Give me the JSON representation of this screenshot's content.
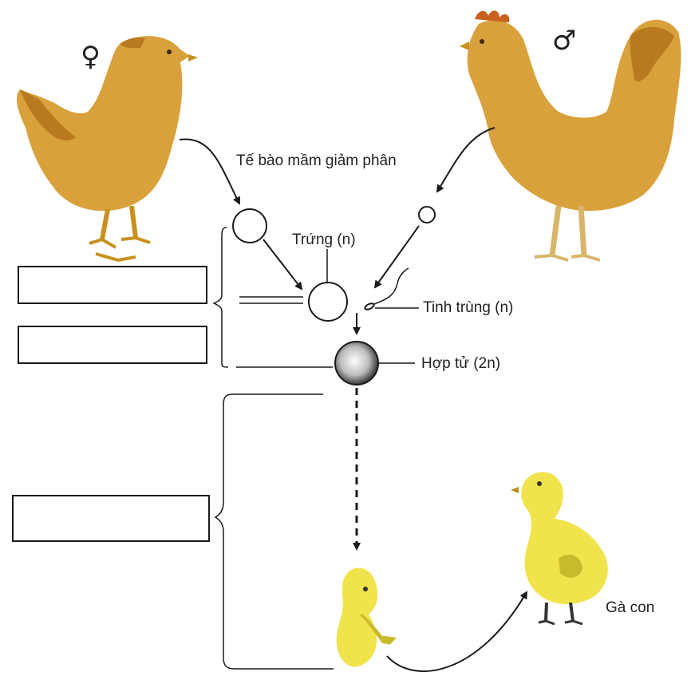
{
  "symbols": {
    "female": "♀",
    "male": "♂"
  },
  "labels": {
    "meiosis": "Tế bào mầm giảm phân",
    "egg": "Trứng (n)",
    "sperm": "Tinh trùng (n)",
    "zygote": "Hợp tử (2n)",
    "chick": "Gà con"
  },
  "answer_boxes": [
    "",
    "",
    ""
  ],
  "colors": {
    "hen": "#d9a13b",
    "rooster": "#d9a13b",
    "chick": "#f1e34c",
    "ink": "#1a1a1a"
  }
}
